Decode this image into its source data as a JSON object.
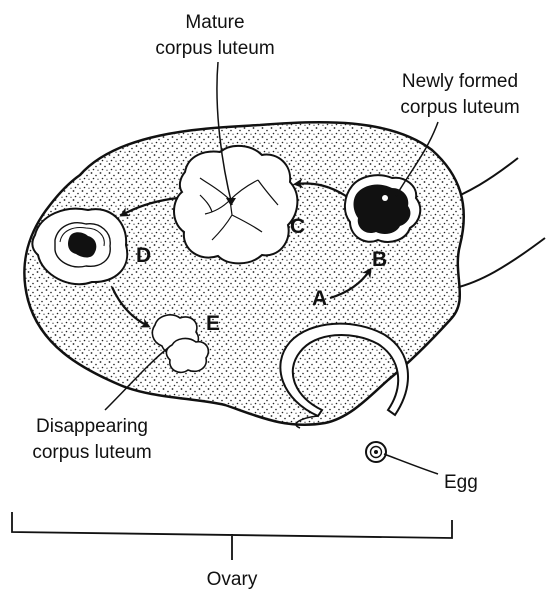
{
  "labels": {
    "mature": [
      "Mature",
      "corpus luteum"
    ],
    "newly_formed": [
      "Newly formed",
      "corpus luteum"
    ],
    "disappearing": [
      "Disappearing",
      "corpus luteum"
    ],
    "egg": "Egg",
    "ovary": "Ovary"
  },
  "stages": {
    "A": "A",
    "B": "B",
    "C": "C",
    "D": "D",
    "E": "E"
  },
  "colors": {
    "ink": "#111111",
    "background": "#ffffff"
  }
}
